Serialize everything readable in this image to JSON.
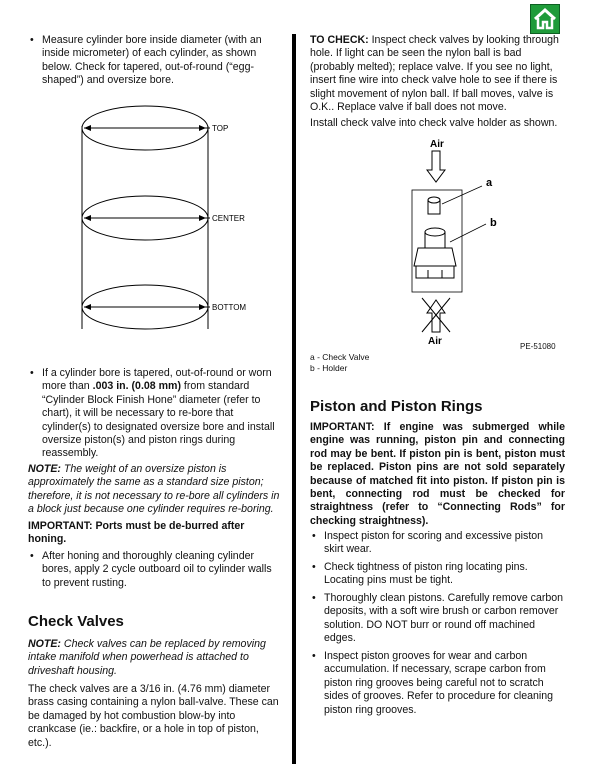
{
  "home_icon": "home-icon",
  "left": {
    "bullet1": "Measure cylinder bore inside diameter (with an inside micrometer) of each cylinder, as shown below. Check for tapered, out-of-round (“egg-shaped”) and oversize bore.",
    "cyl_labels": {
      "top": "TOP",
      "center": "CENTER",
      "bottom": "BOTTOM"
    },
    "bullet2_a": "If a cylinder bore is tapered, out-of-round or worn more than ",
    "bullet2_bold": ".003 in. (0.08 mm)",
    "bullet2_b": " from standard “Cylinder Block Finish Hone” diameter (refer to chart), it will be necessary to re-bore that cylinder(s) to designated oversize bore and install oversize piston(s) and piston rings during reassembly.",
    "note1_label": "NOTE:",
    "note1_text": " The weight of an oversize piston is approximately the same as a standard size piston; therefore, it is not necessary to re-bore all cylinders in a block just because one cylinder requires re-boring.",
    "important1": "IMPORTANT: Ports must be de-burred after honing.",
    "bullet3": "After honing and thoroughly cleaning cylinder bores, apply 2 cycle outboard oil to cylinder walls to prevent rusting.",
    "check_valves_heading": "Check Valves",
    "note2_label": "NOTE:",
    "note2_text": " Check valves can be replaced by removing intake manifold when powerhead is attached to driveshaft housing.",
    "para1": "The check valves are a 3/16 in. (4.76 mm) diameter brass casing containing a nylon ball-valve. These can be damaged by hot combustion blow-by into crankcase (ie.: backfire, or a hole in top of piston, etc.)."
  },
  "right": {
    "to_check_label": "TO CHECK:",
    "to_check_text": " Inspect check valves by looking through hole. If light can be seen the nylon ball is bad (probably melted); replace valve. If you see no light, insert fine wire into check valve hole to see if there is slight movement of nylon ball. If ball moves, valve is O.K.. Replace valve if ball does not move.",
    "install_text": "Install check valve into check valve holder as shown.",
    "fig_air_top": "Air",
    "fig_air_bottom": "Air",
    "fig_a": "a",
    "fig_b": "b",
    "fig_code": "PE-51080",
    "legend_a": "a - Check Valve",
    "legend_b": "b - Holder",
    "piston_heading": "Piston and Piston Rings",
    "important2": "IMPORTANT: If engine was submerged while engine was running, piston pin and connecting rod may be bent. If piston pin is bent, piston must be replaced. Piston pins are not sold separately because of matched fit into piston. If piston pin is bent, connecting rod must be checked for straightness (refer to “Connecting Rods” for checking straightness).",
    "bullets": [
      "Inspect piston for scoring and excessive piston skirt wear.",
      "Check tightness of piston ring locating pins. Locating pins must be tight.",
      "Thoroughly clean pistons. Carefully remove carbon deposits, with a soft wire brush or carbon remover solution. DO NOT burr or round off machined edges.",
      "Inspect piston grooves for wear and carbon accumulation. If necessary, scrape carbon from piston ring grooves being careful not to scratch sides of grooves. Refer to procedure for cleaning piston ring grooves."
    ]
  }
}
